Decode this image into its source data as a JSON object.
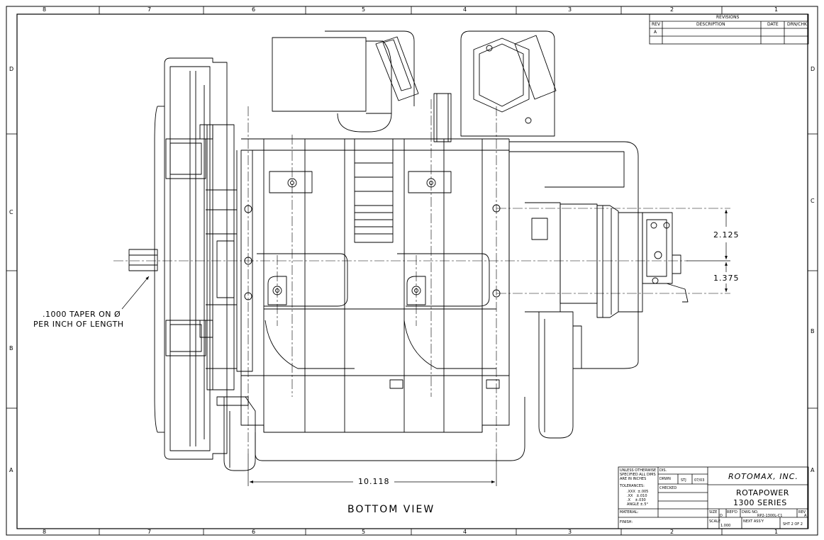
{
  "drawing": {
    "zones_columns": [
      "8",
      "7",
      "6",
      "5",
      "4",
      "3",
      "2",
      "1"
    ],
    "zones_rows": [
      "D",
      "C",
      "B",
      "A"
    ],
    "revisions": {
      "title": "REVISIONS",
      "headers": [
        "REV",
        "DESCRIPTION",
        "DATE",
        "DRN/CHK"
      ],
      "rows": [
        [
          "A",
          "",
          "",
          ""
        ]
      ]
    },
    "dimensions": {
      "overall_width": "10.118",
      "upper_offset": "2.125",
      "lower_offset": "1.375"
    },
    "note": {
      "line1": ".1000 TAPER ON Ø",
      "line2": "PER INCH OF LENGTH"
    },
    "view_label": "BOTTOM VIEW",
    "title_block": {
      "unless_text": "UNLESS OTHERWISE\nSPECIFIED ALL DIMS\nARE IN INCHES",
      "tolerances_label": "TOLERANCES:",
      "tolerances": ".XXX  ±.005\n.XX   ±.010\n.X    ±.030\nANGLE ±.5°",
      "material_label": "MATERIAL:",
      "finish_label": "FINISH:",
      "dis_label": "DIS.",
      "drwn_label": "DRWN",
      "drwn_by": "STJ",
      "drwn_date": "07/03",
      "checked_label": "CHECKED",
      "company": "ROTOMAX, INC.",
      "title_line1": "ROTAPOWER",
      "title_line2": "1300 SERIES",
      "size_label": "SIZE",
      "size": "D",
      "repo_label": "REP'D",
      "dwg_no_label": "DWG NO.",
      "dwg_no": "RP2-1300L-C1",
      "rev_label": "REV",
      "rev": "A",
      "scale_label": "SCALE",
      "scale": "1.000",
      "next_assy_label": "NEXT ASS'Y",
      "sheet": "SHT 2 OF 2"
    }
  }
}
